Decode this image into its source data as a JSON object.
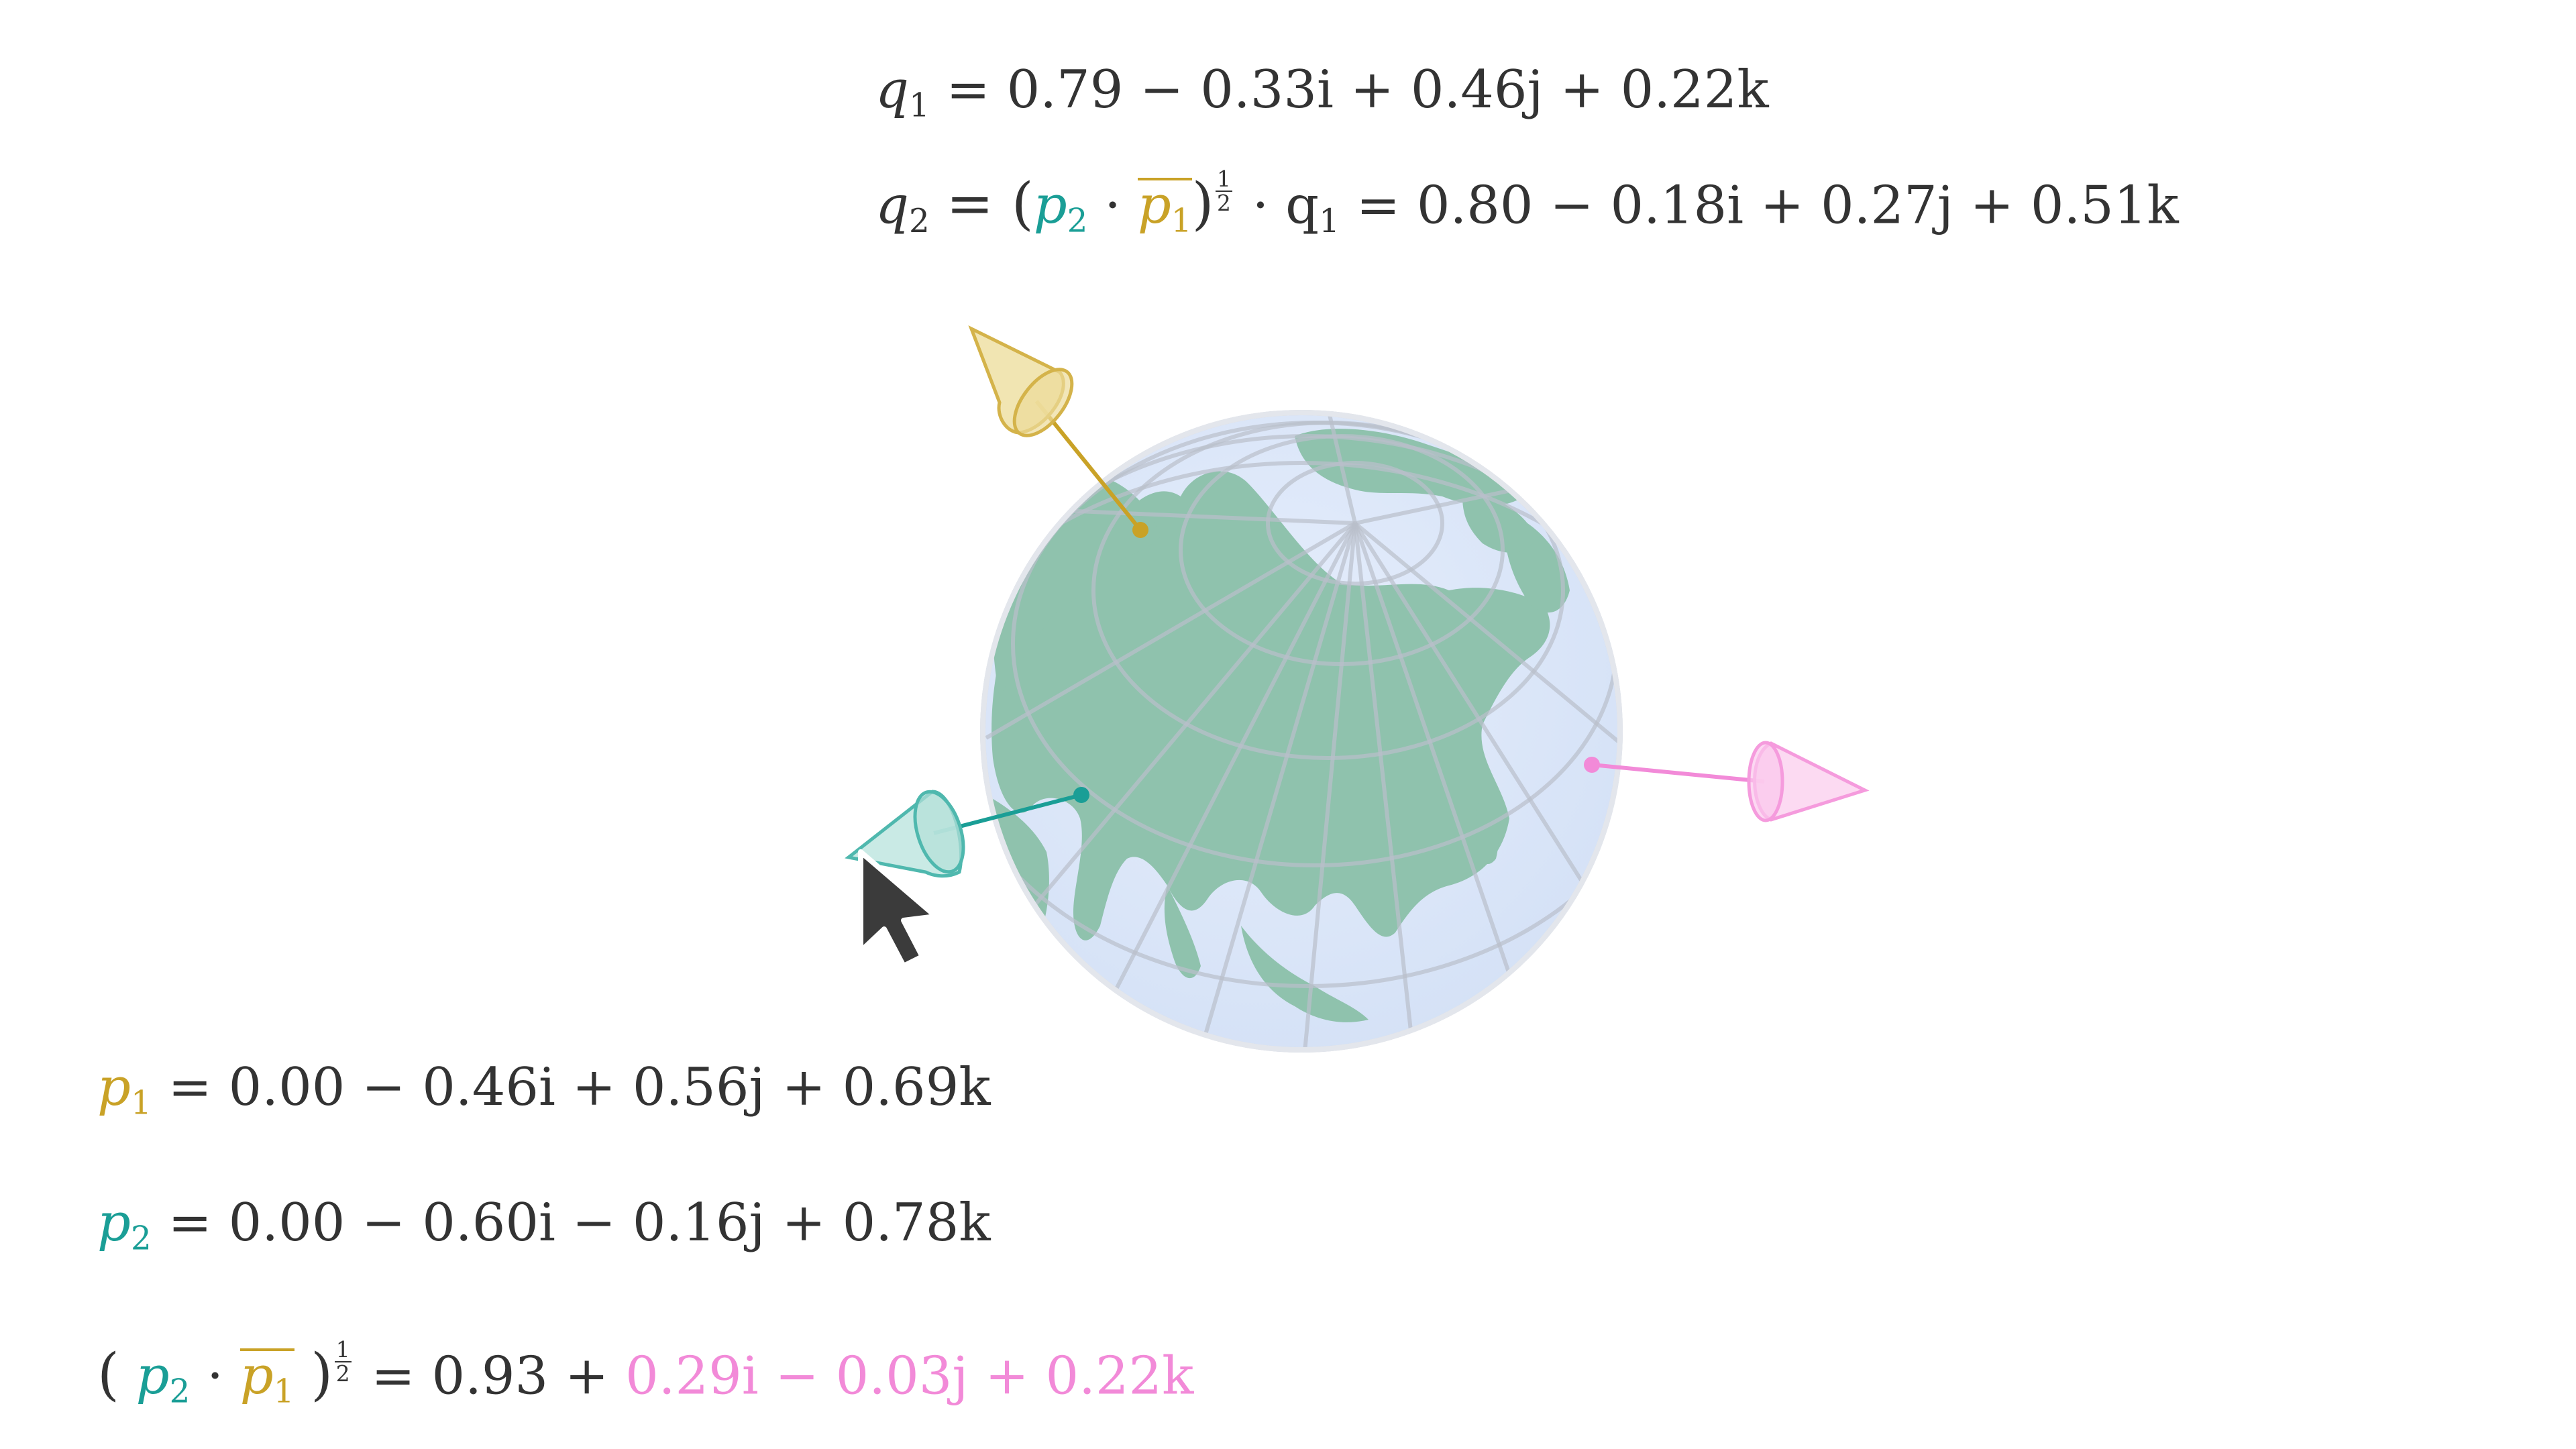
{
  "eq_q1": {
    "lhs_var": "q",
    "lhs_sub": "1",
    "rhs": "= 0.79 − 0.33i + 0.46j + 0.22k"
  },
  "eq_q2": {
    "lhs_var": "q",
    "lhs_sub": "2",
    "mid": "= (",
    "p2_var": "p",
    "p2_sub": "2",
    "dot": "·",
    "p1_var": "p",
    "p1_sub": "1",
    "close": ")",
    "exp_num": "1",
    "exp_den": "2",
    "times_q1": "· q",
    "times_q1_sub": "1",
    "rhs": "= 0.80 − 0.18i + 0.27j + 0.51k"
  },
  "eq_p1": {
    "var": "p",
    "sub": "1",
    "rhs": "= 0.00 − 0.46i + 0.56j + 0.69k"
  },
  "eq_p2": {
    "var": "p",
    "sub": "2",
    "rhs": "= 0.00 − 0.60i − 0.16j + 0.78k"
  },
  "eq_half": {
    "open": "(",
    "p2_var": "p",
    "p2_sub": "2",
    "dot": "·",
    "p1_var": "p",
    "p1_sub": "1",
    "close": ")",
    "exp_num": "1",
    "exp_den": "2",
    "real": "= 0.93 +",
    "vector": "0.29i − 0.03j + 0.22k"
  },
  "colors": {
    "gold": "#c9a227",
    "teal": "#1a9e96",
    "pink": "#f28ad8",
    "globe_ocean": "#dde8fb",
    "globe_land": "#8fc2ad",
    "text": "#333333"
  },
  "icons": {
    "cursor": "arrow-cursor-icon"
  }
}
